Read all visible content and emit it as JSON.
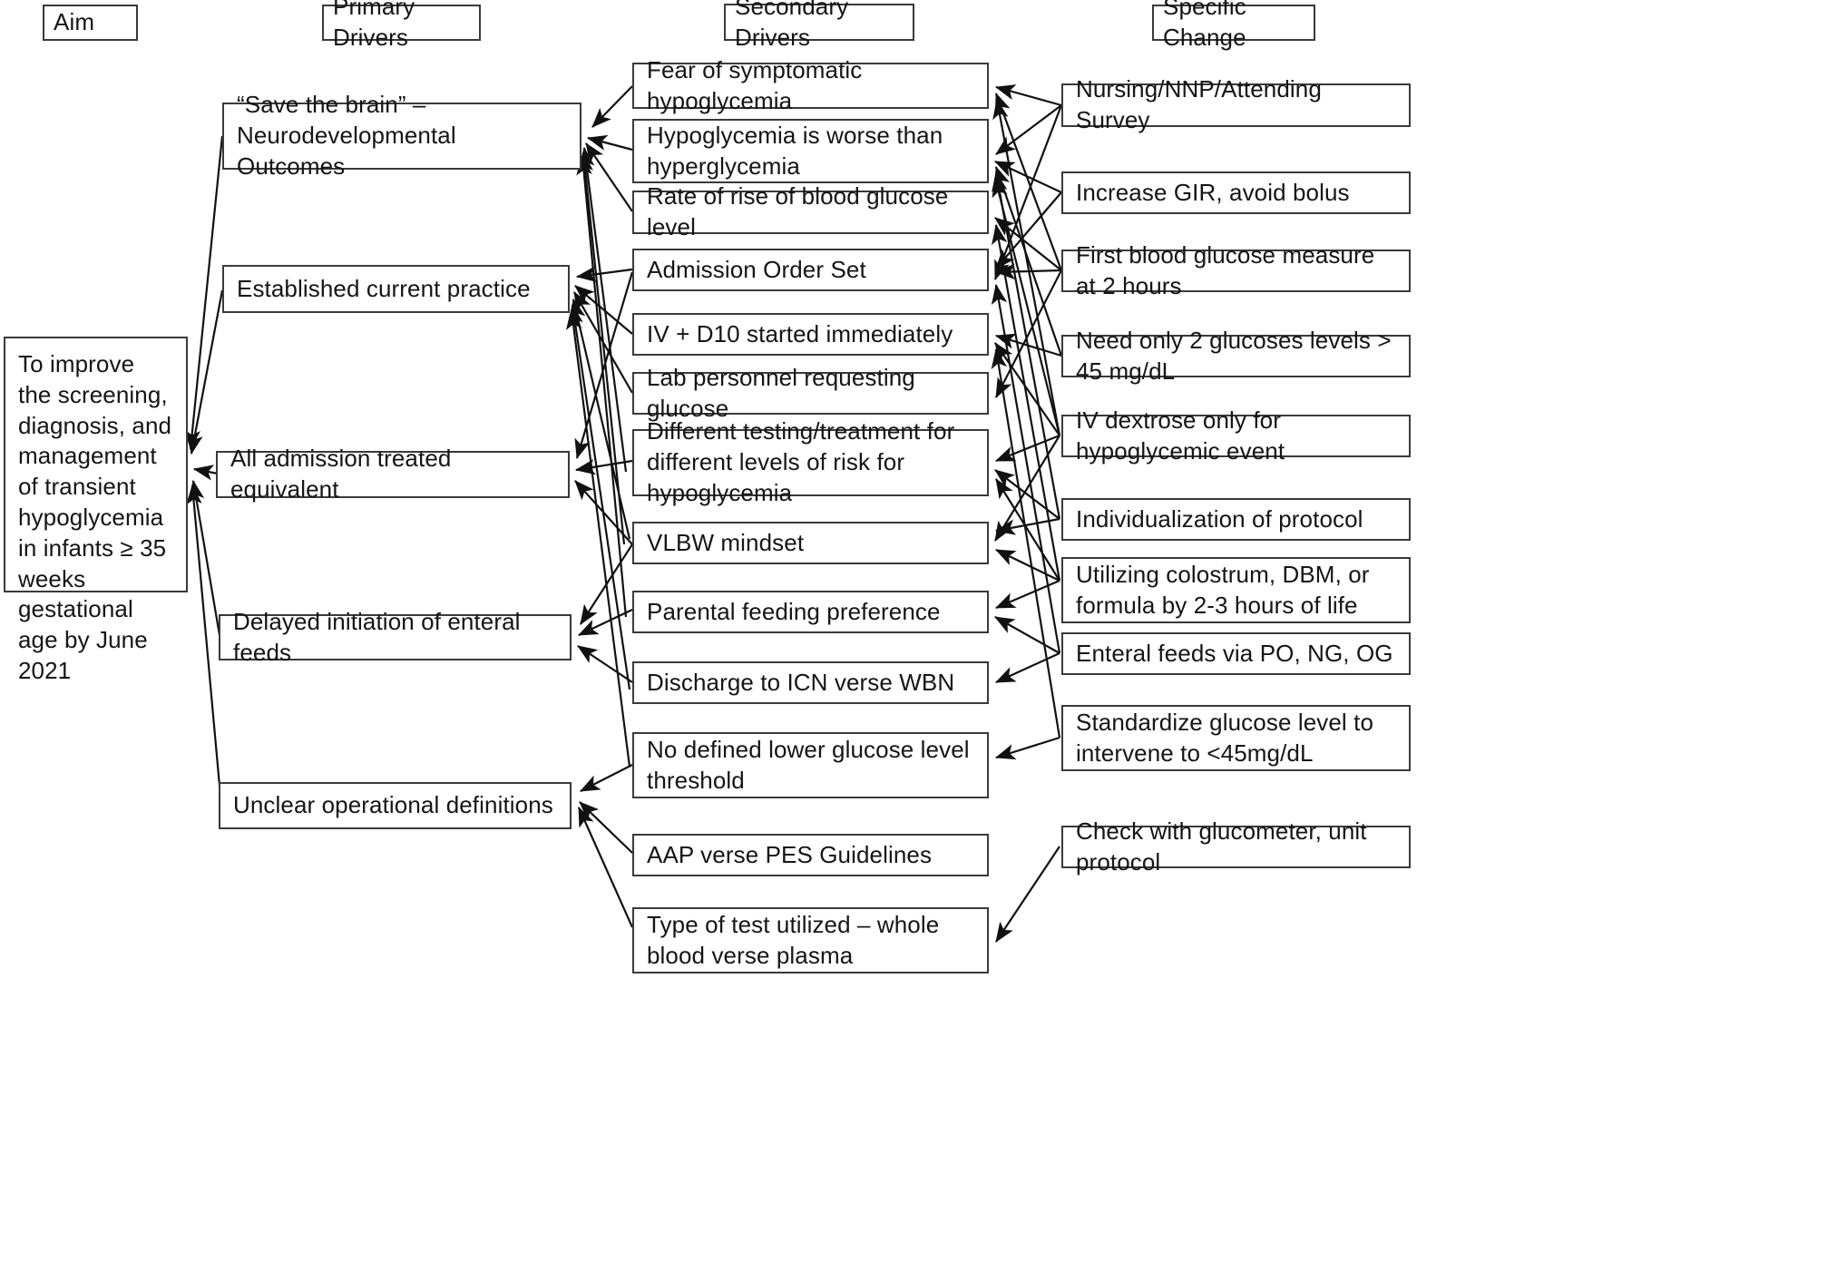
{
  "diagram": {
    "title": "Key Driver Diagram - Transient Hypoglycemia",
    "type": "driver-diagram",
    "headers": [
      {
        "id": "aim",
        "label": "Aim"
      },
      {
        "id": "primary",
        "label": "Primary Drivers"
      },
      {
        "id": "secondary",
        "label": "Secondary Drivers"
      },
      {
        "id": "specific",
        "label": "Specific Change"
      }
    ],
    "aim": {
      "id": "aim-box",
      "label": "To improve the screening, diagnosis, and management of transient hypoglycemia in infants ≥ 35 weeks gestational age by June 2021"
    },
    "primary_drivers": [
      {
        "id": "pd1",
        "label": "“Save the brain” – Neurodevelopmental Outcomes"
      },
      {
        "id": "pd2",
        "label": "Established current practice"
      },
      {
        "id": "pd3",
        "label": "All admission treated equivalent"
      },
      {
        "id": "pd4",
        "label": "Delayed initiation of enteral feeds"
      },
      {
        "id": "pd5",
        "label": "Unclear operational definitions"
      }
    ],
    "secondary_drivers": [
      {
        "id": "sd1",
        "label": "Fear of symptomatic hypoglycemia"
      },
      {
        "id": "sd2",
        "label": "Hypoglycemia is worse than hyperglycemia"
      },
      {
        "id": "sd3",
        "label": "Rate of rise of blood glucose level"
      },
      {
        "id": "sd4",
        "label": "Admission Order Set"
      },
      {
        "id": "sd5",
        "label": "IV + D10 started immediately"
      },
      {
        "id": "sd6",
        "label": "Lab personnel requesting glucose"
      },
      {
        "id": "sd7",
        "label": "Different testing/treatment for different levels of risk for hypoglycemia"
      },
      {
        "id": "sd8",
        "label": "VLBW mindset"
      },
      {
        "id": "sd9",
        "label": "Parental feeding preference"
      },
      {
        "id": "sd10",
        "label": "Discharge to ICN verse WBN"
      },
      {
        "id": "sd11",
        "label": "No defined lower glucose level threshold"
      },
      {
        "id": "sd12",
        "label": "AAP verse PES Guidelines"
      },
      {
        "id": "sd13",
        "label": "Type of test utilized – whole blood verse plasma"
      }
    ],
    "specific_changes": [
      {
        "id": "sc1",
        "label": "Nursing/NNP/Attending Survey"
      },
      {
        "id": "sc2",
        "label": "Increase GIR, avoid bolus"
      },
      {
        "id": "sc3",
        "label": "First blood glucose measure at 2 hours"
      },
      {
        "id": "sc4",
        "label": "Need only 2 glucoses levels > 45 mg/dL"
      },
      {
        "id": "sc5",
        "label": "IV dextrose only for hypoglycemic event"
      },
      {
        "id": "sc6",
        "label": "Individualization of protocol"
      },
      {
        "id": "sc7",
        "label": "Utilizing colostrum, DBM, or formula by 2-3 hours of life"
      },
      {
        "id": "sc8",
        "label": "Enteral feeds via PO, NG, OG"
      },
      {
        "id": "sc9",
        "label": "Standardize glucose level to intervene to <45mg/dL"
      },
      {
        "id": "sc10",
        "label": "Check with glucometer, unit protocol"
      }
    ],
    "colors": {
      "border": "#3a3a3a",
      "text": "#151515",
      "background": "#ffffff",
      "arrow": "#1a1a1a"
    }
  }
}
